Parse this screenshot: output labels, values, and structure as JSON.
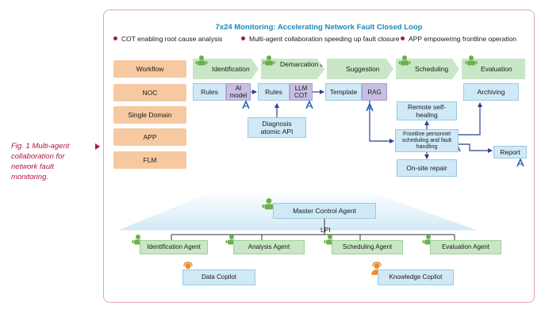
{
  "caption": "Fig. 1 Multi-agent collaboration for network fault monitoring.",
  "title": "7x24 Monitoring: Accelerating Network Fault Closed Loop",
  "bullets": [
    "COT enabling root cause analysis",
    "Multi-agent collaboration speeding up fault closure",
    "APP empowering frontline operation"
  ],
  "left_column": [
    "Workflow",
    "NOC",
    "Single Domain",
    "APP",
    "FLM"
  ],
  "stages": [
    "Identification",
    "Demarcation & localization",
    "Suggestion",
    "Scheduling",
    "Evaluation"
  ],
  "boxes": {
    "rules_1": "Rules",
    "ai_model": "AI model",
    "rules_2": "Rules",
    "llm_cot": "LLM COT",
    "template": "Template",
    "rag": "RAG",
    "archiving": "Archiving",
    "diagnosis_api": "Diagnosis atomic API",
    "remote_self_healing": "Remote self-healing",
    "frontline": "Frontline personnel scheduling and fault handling",
    "onsite_repair": "On-site repair",
    "report": "Report"
  },
  "master_agent": "Master Control Agent",
  "lpi": "LPI",
  "agents": [
    "Identification Agent",
    "Analysis Agent",
    "Scheduling Agent",
    "Evaluation Agent"
  ],
  "copilots": [
    "Data Copilot",
    "Knowledge Copilot"
  ],
  "colors": {
    "accent_red": "#b0173f",
    "title_blue": "#1f87b8",
    "stage_green": "#c9e6c6",
    "workflow_orange": "#f6c9a0",
    "box_blue": "#cfe9f7",
    "box_purple": "#c7bfe1",
    "connector_navy": "#2c3f8f"
  },
  "icons": [
    "agent-robot-icon",
    "ai-badge-icon",
    "copilot-person-icon"
  ]
}
